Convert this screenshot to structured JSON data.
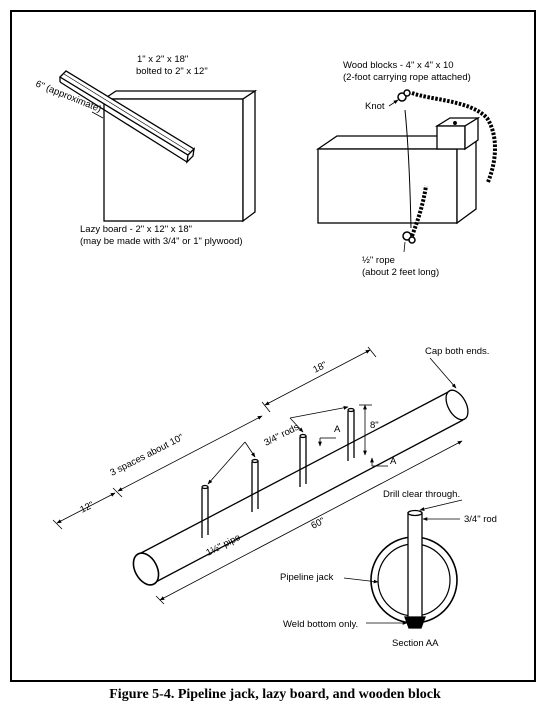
{
  "figure_caption": "Figure 5-4.  Pipeline jack, lazy board, and wooden block",
  "lazy_board": {
    "top_bar_label_line1": "1\" x 2\" x 18\"",
    "top_bar_label_line2": "bolted to 2\" x 12\"",
    "angle_label": "6\" (approximate)",
    "board_label_line1": "Lazy board - 2\" x 12\" x 18\"",
    "board_label_line2": "(may be made with 3/4\" or 1\" plywood)"
  },
  "wood_block": {
    "label_line1": "Wood blocks - 4\" x 4\" x 10",
    "label_line2": "(2-foot carrying rope attached)",
    "knot_label": "Knot",
    "rope_label_line1": "½\" rope",
    "rope_label_line2": "(about 2 feet long)"
  },
  "pipeline_jack": {
    "cap_label": "Cap both ends.",
    "dim_18": "18\"",
    "rods_label": "3/4\" rods",
    "dim_8": "8\"",
    "section_marker_a1": "A",
    "section_marker_a2": "A",
    "spaces_label": "3 spaces about 10\"",
    "dim_12": "12\"",
    "dim_60": "60\"",
    "pipe_label": "1½\" pipe"
  },
  "section_aa": {
    "drill_label": "Drill clear through.",
    "rod_label": "3/4\" rod",
    "jack_label": "Pipeline jack",
    "weld_label": "Weld bottom only.",
    "title": "Section AA"
  }
}
